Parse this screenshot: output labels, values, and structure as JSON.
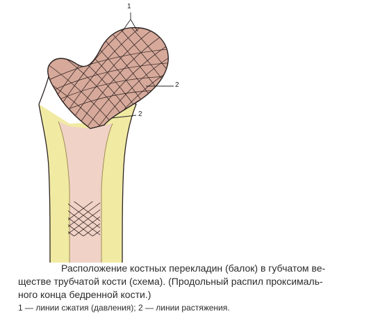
{
  "diagram": {
    "callouts": {
      "label_1": "1",
      "label_2_upper": "2",
      "label_2_lower": "2"
    },
    "colors": {
      "spongy_bone": "#d6a99a",
      "cortex": "#f1eaa3",
      "medullary_cavity": "#f0d2c6",
      "trabecula_lines": "#3a2a28",
      "outline": "#2b2220"
    }
  },
  "caption": {
    "line1": "Расположение костных перекладин (балок) в губчатом ве-",
    "line2": "ществе трубчатой кости (схема). (Продольный распил проксималь-",
    "line3": "ного конца бедренной кости.)",
    "legend": "1 — линии сжатия (давления); 2 — линии растяжения."
  }
}
